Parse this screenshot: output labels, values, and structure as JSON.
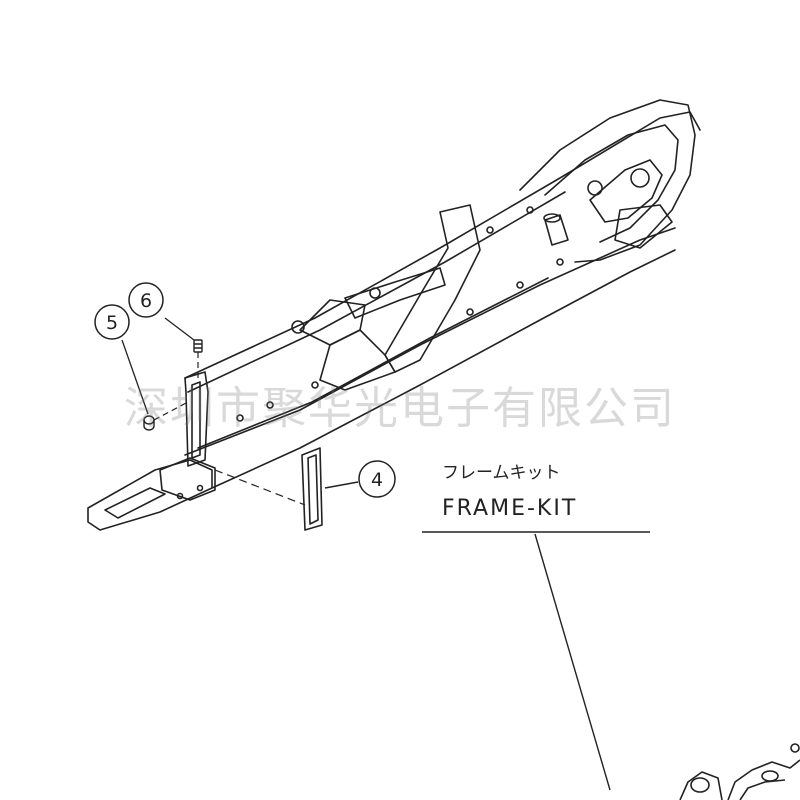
{
  "callouts": {
    "part_4": "4",
    "part_5": "5",
    "part_6": "6"
  },
  "kit": {
    "name_jp": "フレームキット",
    "name_en": "FRAME-KIT"
  },
  "watermark": {
    "text": "深圳市聚华光电子有限公司"
  },
  "colors": {
    "line": "#222222",
    "background": "#ffffff",
    "watermark": "#9a9a9a"
  }
}
